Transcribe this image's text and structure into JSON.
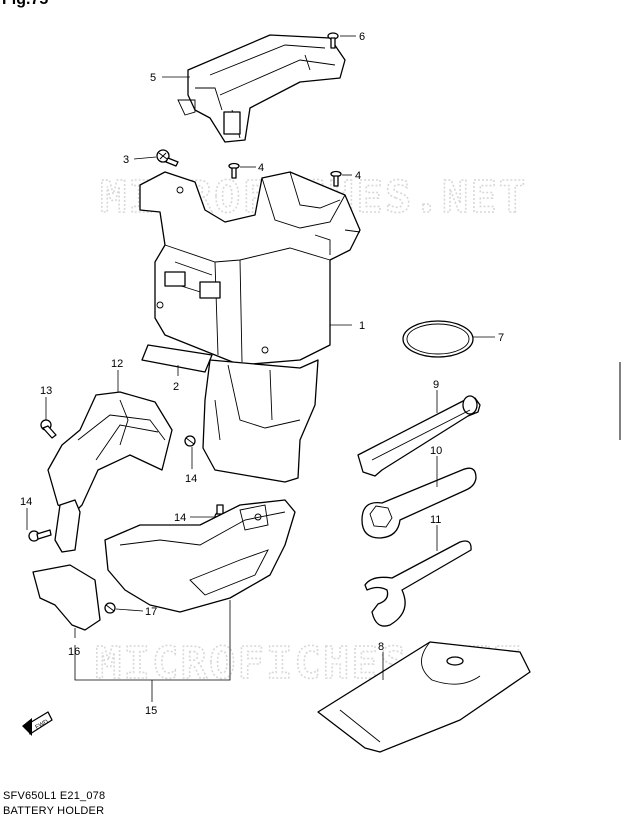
{
  "figure_number": "Fig.75",
  "watermark_text": "MICROFICHES.NET",
  "diagram_code": "SFV650L1 E21_078",
  "diagram_title": "BATTERY HOLDER",
  "fwd_label": "FWD",
  "callouts": {
    "c1": "1",
    "c2": "2",
    "c3": "3",
    "c4a": "4",
    "c4b": "4",
    "c5": "5",
    "c6": "6",
    "c7": "7",
    "c8": "8",
    "c9": "9",
    "c10": "10",
    "c11": "11",
    "c12": "12",
    "c13": "13",
    "c14a": "14",
    "c14b": "14",
    "c14c": "14",
    "c15": "15",
    "c16": "16",
    "c17": "17"
  }
}
